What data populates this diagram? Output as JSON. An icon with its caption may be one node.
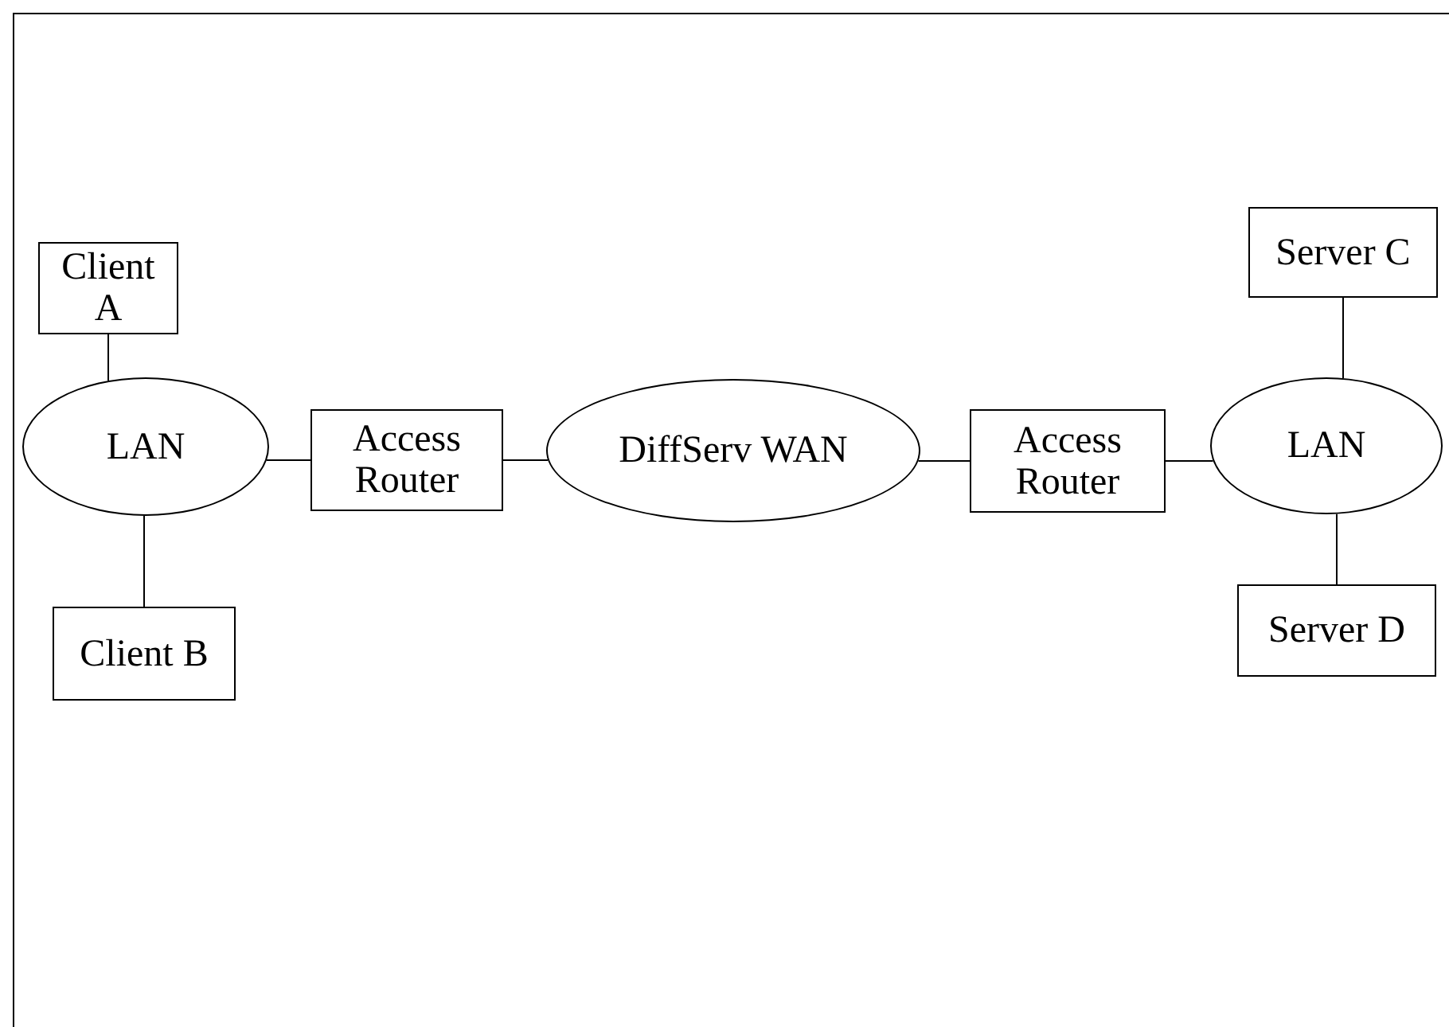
{
  "diagram": {
    "nodes": [
      {
        "text": [
          "Client A"
        ]
      },
      {
        "text": [
          "LAN"
        ]
      },
      {
        "text": [
          "Client B"
        ]
      },
      {
        "text": [
          "Access Router"
        ]
      },
      {
        "text": [
          "DiffServ WAN"
        ]
      },
      {
        "text": [
          "Access Router"
        ]
      },
      {
        "text": [
          "Server C"
        ]
      },
      {
        "text": [
          "LAN"
        ]
      },
      {
        "text": [
          "Server D"
        ]
      }
    ],
    "edges": [
      {
        "from": 0,
        "to": 1,
        "arrow": "none"
      },
      {
        "from": 1,
        "to": 2,
        "arrow": "none"
      },
      {
        "from": 1,
        "to": 3,
        "arrow": "none"
      },
      {
        "from": 3,
        "to": 4,
        "arrow": "none"
      },
      {
        "from": 4,
        "to": 5,
        "arrow": "none"
      },
      {
        "from": 5,
        "to": 7,
        "arrow": "none"
      },
      {
        "from": 6,
        "to": 7,
        "arrow": "none"
      },
      {
        "from": 7,
        "to": 8,
        "arrow": "none"
      }
    ]
  }
}
